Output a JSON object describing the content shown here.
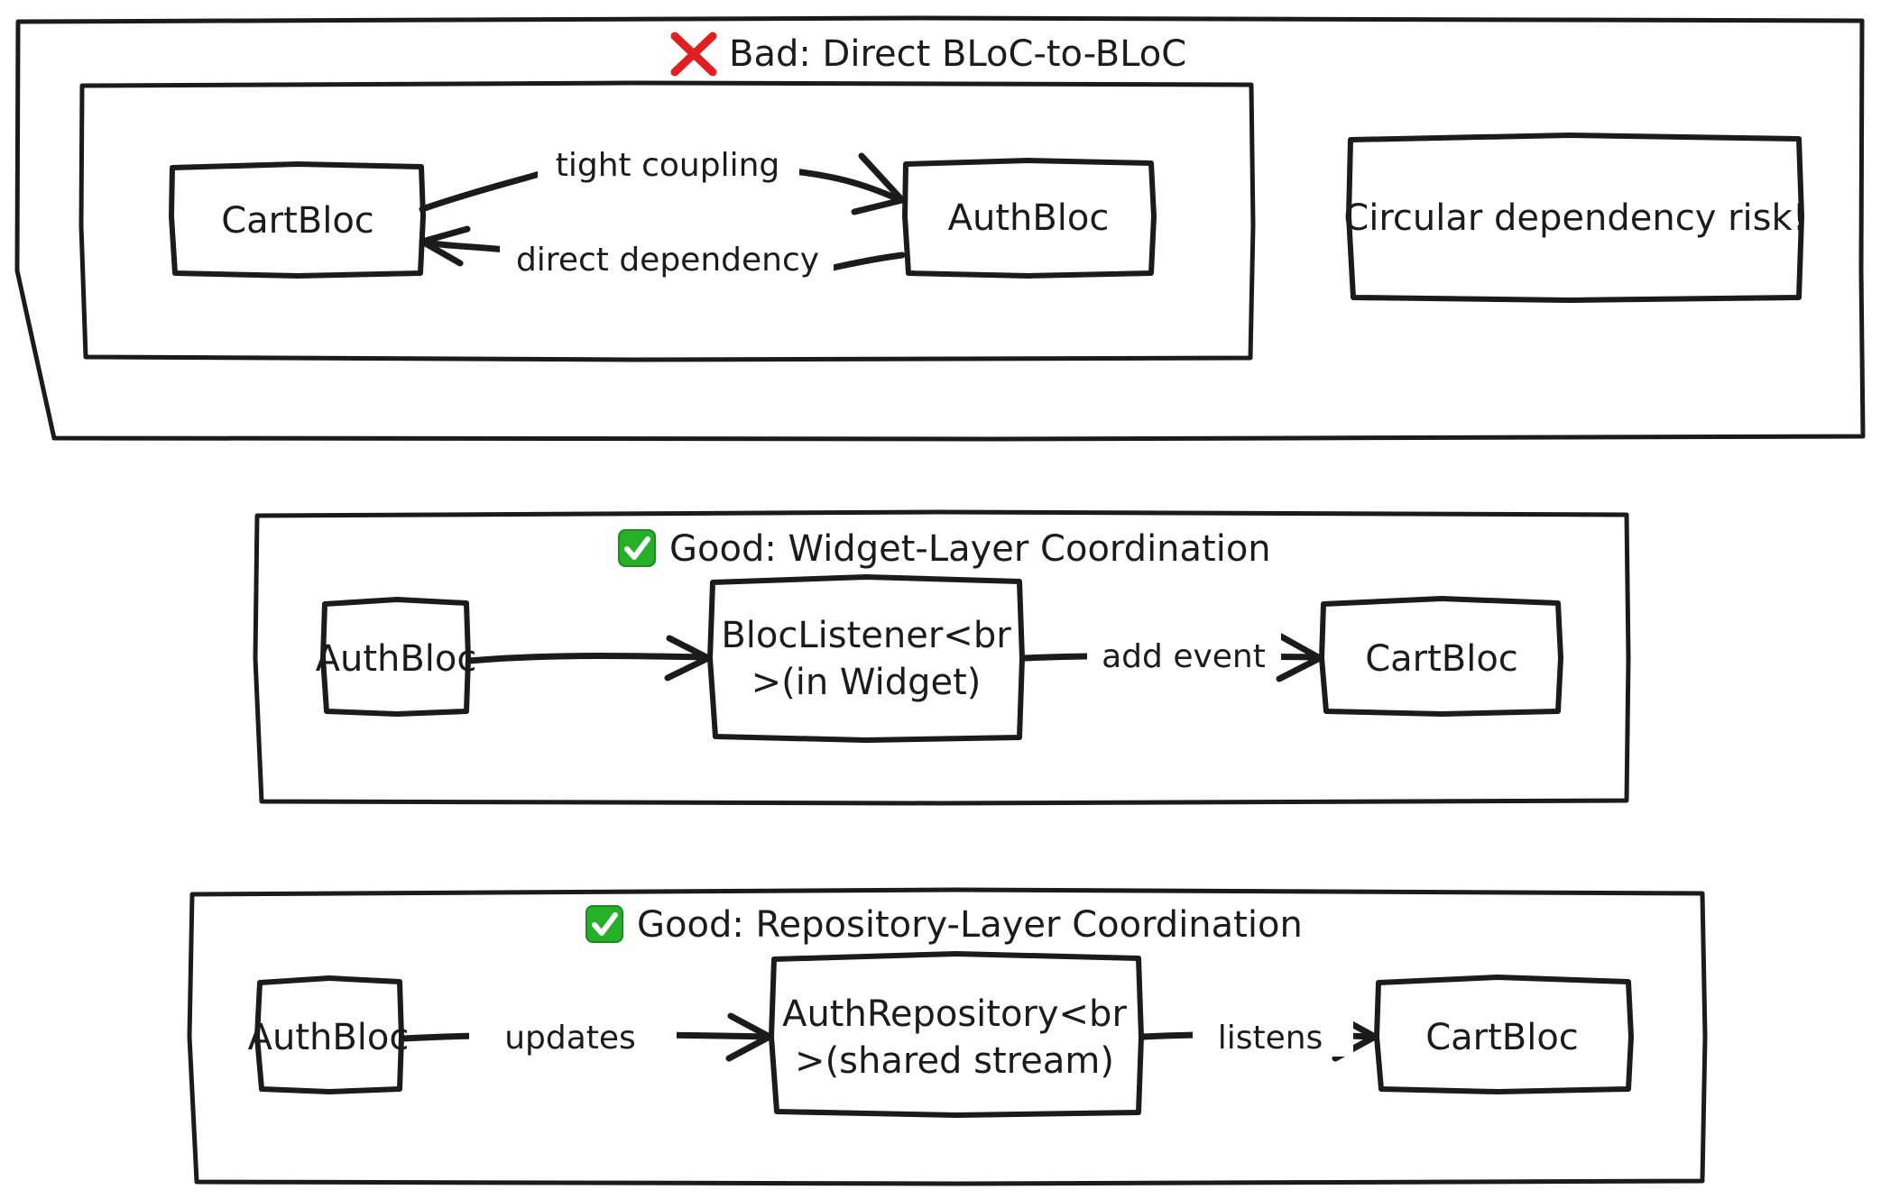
{
  "diagram": {
    "title": "BLoC coordination patterns",
    "style": "hand-drawn",
    "colors": {
      "stroke": "#1b1b1b",
      "background": "#ffffff",
      "bad_marker": "#e02020",
      "good_marker": "#25b028"
    },
    "panels": [
      {
        "id": "bad-direct-bloc-to-bloc",
        "marker_icon": "cross-mark-icon",
        "marker_glyph": "❌",
        "title": "Bad: Direct BLoC-to-BLoC",
        "nodes": [
          {
            "id": "cart-bloc",
            "label": "CartBloc"
          },
          {
            "id": "auth-bloc",
            "label": "AuthBloc"
          },
          {
            "id": "circular-risk-note",
            "label": "Circular dependency risk!"
          }
        ],
        "edges": [
          {
            "id": "cart-to-auth",
            "label": "tight coupling",
            "from": "CartBloc",
            "to": "AuthBloc"
          },
          {
            "id": "auth-to-cart",
            "label": "direct dependency",
            "from": "AuthBloc",
            "to": "CartBloc"
          }
        ]
      },
      {
        "id": "good-widget-layer-coordination",
        "marker_icon": "check-mark-button-icon",
        "marker_glyph": "✅",
        "title": "Good: Widget-Layer Coordination",
        "nodes": [
          {
            "id": "auth-bloc-2",
            "label": "AuthBloc"
          },
          {
            "id": "bloc-listener",
            "label_line1": "BlocListener<br",
            "label_line2": ">(in Widget)"
          },
          {
            "id": "cart-bloc-2",
            "label": "CartBloc"
          }
        ],
        "edges": [
          {
            "id": "auth-to-listener",
            "label": "",
            "from": "AuthBloc",
            "to": "BlocListener"
          },
          {
            "id": "listener-to-cart",
            "label": "add event",
            "from": "BlocListener",
            "to": "CartBloc"
          }
        ]
      },
      {
        "id": "good-repository-layer-coordination",
        "marker_icon": "check-mark-button-icon",
        "marker_glyph": "✅",
        "title": "Good: Repository-Layer Coordination",
        "nodes": [
          {
            "id": "auth-bloc-3",
            "label": "AuthBloc"
          },
          {
            "id": "auth-repository",
            "label_line1": "AuthRepository<br",
            "label_line2": ">(shared stream)"
          },
          {
            "id": "cart-bloc-3",
            "label": "CartBloc"
          }
        ],
        "edges": [
          {
            "id": "auth-to-repo",
            "label": "updates",
            "from": "AuthBloc",
            "to": "AuthRepository"
          },
          {
            "id": "repo-to-cart",
            "label": "listens",
            "from": "AuthRepository",
            "to": "CartBloc"
          }
        ]
      }
    ]
  }
}
